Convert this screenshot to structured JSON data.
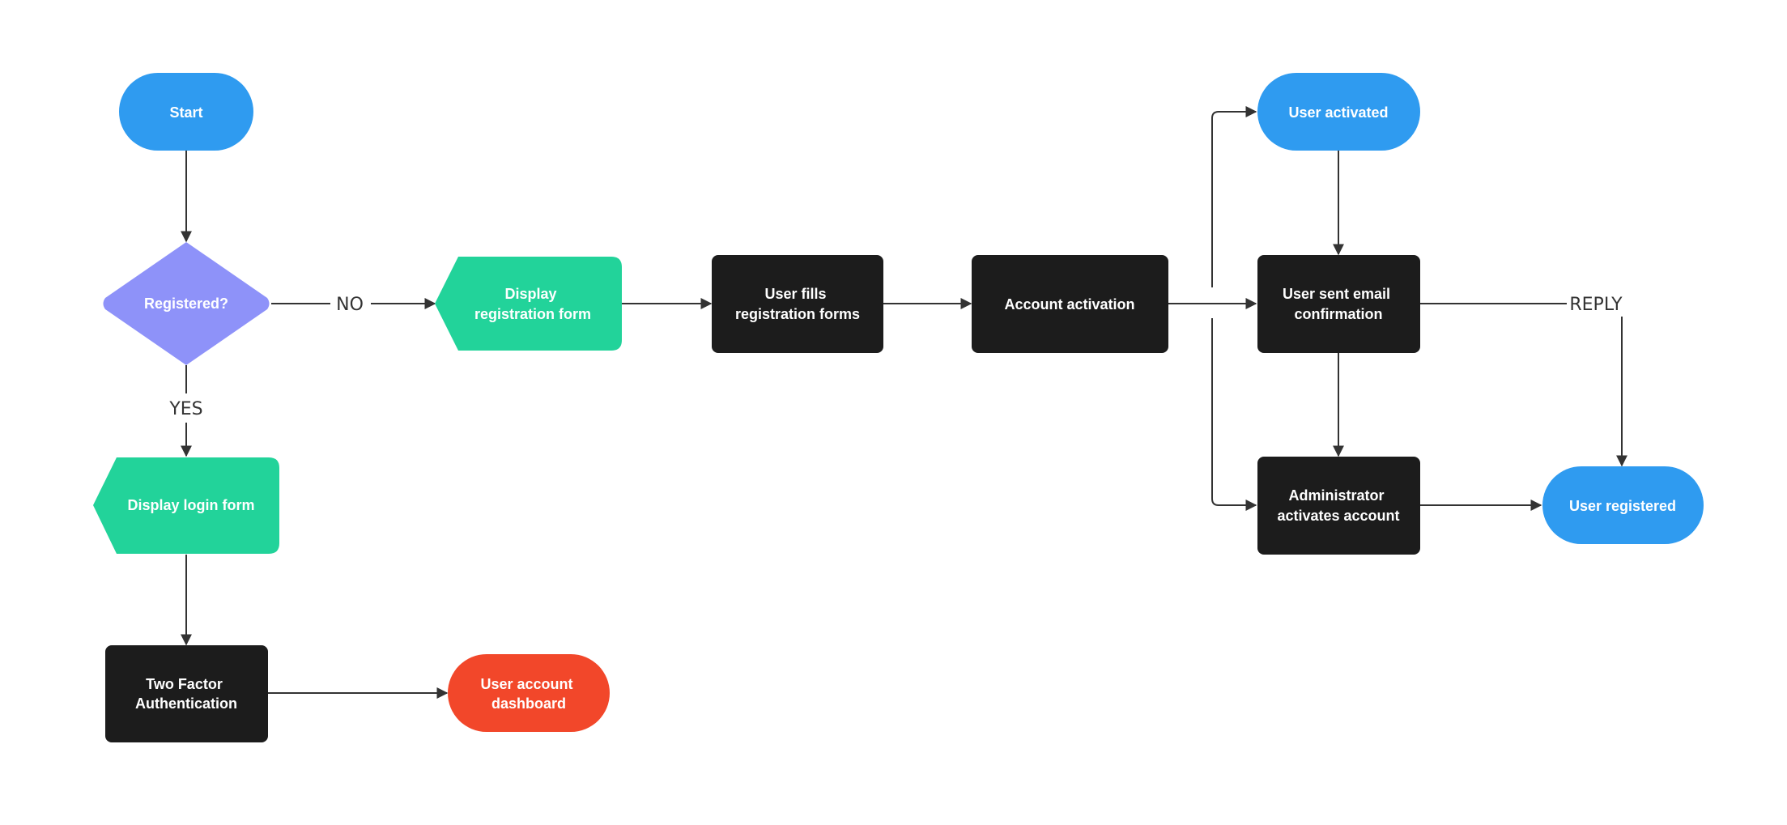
{
  "colors": {
    "terminal_blue": "#2F9BF0",
    "decision_purple": "#8E92F9",
    "display_green": "#22D39A",
    "process_black": "#1C1C1C",
    "terminal_red": "#F2472A",
    "connector": "#333333"
  },
  "nodes": {
    "start": "Start",
    "registered": "Registered?",
    "display_registration": [
      "Display",
      "registration form"
    ],
    "user_fills": [
      "User fills",
      "registration forms"
    ],
    "account_activation": "Account activation",
    "user_activated": "User activated",
    "email_confirmation": [
      "User sent email",
      "confirmation"
    ],
    "admin_activates": [
      "Administrator",
      "activates account"
    ],
    "user_registered": "User registered",
    "display_login": "Display login form",
    "two_factor": [
      "Two Factor",
      "Authentication"
    ],
    "dashboard": [
      "User account",
      "dashboard"
    ]
  },
  "edge_labels": {
    "no": "NO",
    "yes": "YES",
    "reply": "REPLY"
  }
}
